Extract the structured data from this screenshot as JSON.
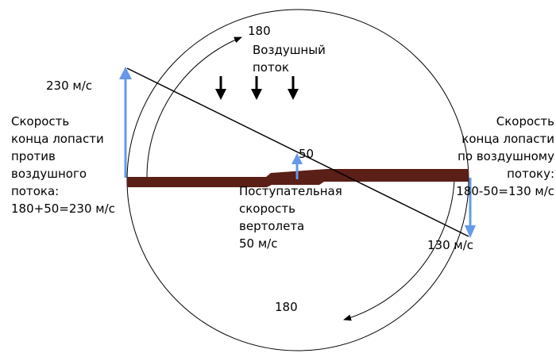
{
  "labels": {
    "rotation_top": "180",
    "rotation_bottom": "180",
    "airflow": "Воздушный\nпоток",
    "left_speed": "230 м/с",
    "left_desc": "Скорость\nконца лопасти\nпротив\nвоздушного\nпотока:\n180+50=230 м/с",
    "center_speed": "50",
    "center_desc": "Поступательная\nскорость\nвертолета\n50 м/с",
    "right_desc": "Скорость\nконца лопасти\nпо воздушному\nпотоку:\n180-50=130 м/с",
    "right_speed": "130 м/с"
  },
  "colors": {
    "velocity_arrow": "#6699e8",
    "blade": "#5a1f16",
    "outline": "#000000"
  }
}
